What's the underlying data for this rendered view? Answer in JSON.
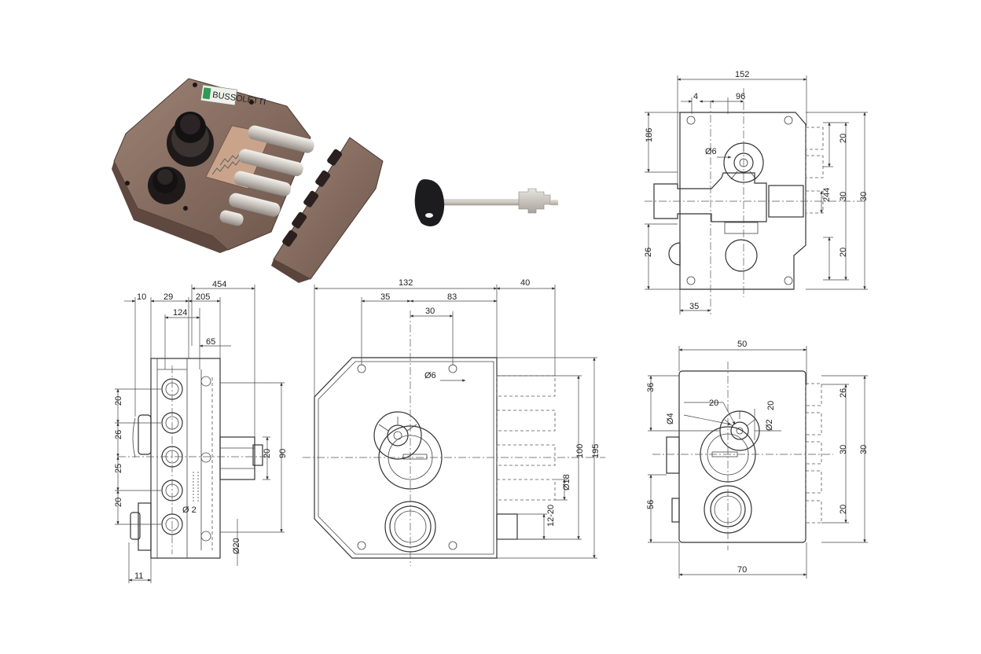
{
  "colors": {
    "lock_body": "#8a6f62",
    "lock_dark": "#5e483f",
    "bolt_chrome": "#d9d4cf",
    "key_head": "#1c1c1e",
    "key_blade": "#c9c4bd",
    "lines": "#333333"
  },
  "product": {
    "label_text": "BUSSOLETTI"
  },
  "side_view": {
    "top_dims": [
      "10",
      "29",
      "205",
      "454",
      "124",
      "65"
    ],
    "left_dims": [
      "20",
      "26",
      "25",
      "20"
    ],
    "right_dims": [
      "20",
      "90"
    ],
    "diameter_label": "Ø20",
    "small_mark": "Ø 2",
    "bottom_dim": "11"
  },
  "front_view": {
    "top_dims": [
      "132",
      "40",
      "35",
      "83",
      "30"
    ],
    "hole_label": "Ø6",
    "bolt_label": "Ø18",
    "bolt_length": "12-20",
    "right_dims": [
      "100",
      "195"
    ]
  },
  "top_right_view": {
    "top_dims": [
      "152",
      "4",
      "96"
    ],
    "hole_label": "Ø6",
    "left_dims": [
      "186",
      "26"
    ],
    "bottom_dim": "35",
    "right_dims": [
      "20",
      "244",
      "30",
      "20",
      "30"
    ]
  },
  "bottom_right_view": {
    "top_dim": "50",
    "left_dims": [
      "36",
      "56"
    ],
    "labels": [
      "Ø4",
      "20",
      "20",
      "Ø2"
    ],
    "right_dims": [
      "26",
      "30",
      "20",
      "30"
    ],
    "bottom_dim": "70"
  }
}
